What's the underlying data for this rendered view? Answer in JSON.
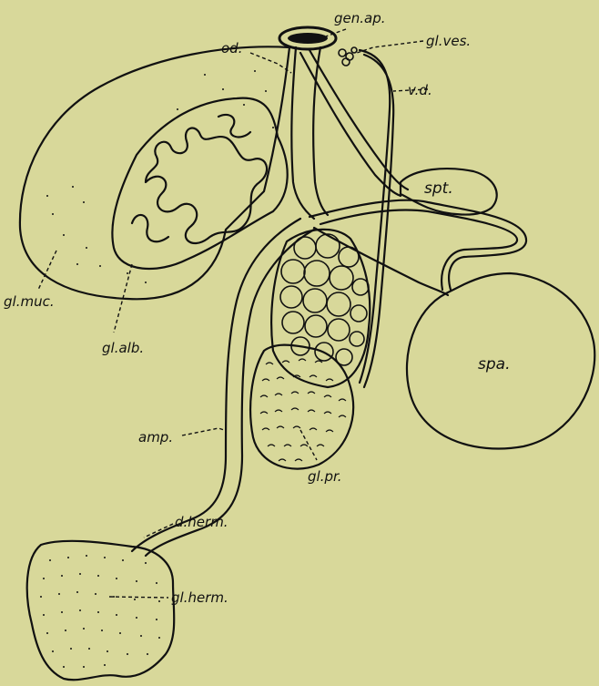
{
  "labels": {
    "gen_ap": "gen.ap.",
    "od": "od.",
    "gl_ves": "gl.ves.",
    "vd": "v.d.",
    "spt": "spt.",
    "gl_muc": "gl.muc.",
    "gl_alb": "gl.alb.",
    "spa": "spa.",
    "amp": "amp.",
    "gl_pr": "gl.pr.",
    "d_herm": "d.herm.",
    "gl_herm": "gl.herm."
  },
  "colors": {
    "background": "#d8d89a",
    "ink": "#111111"
  }
}
